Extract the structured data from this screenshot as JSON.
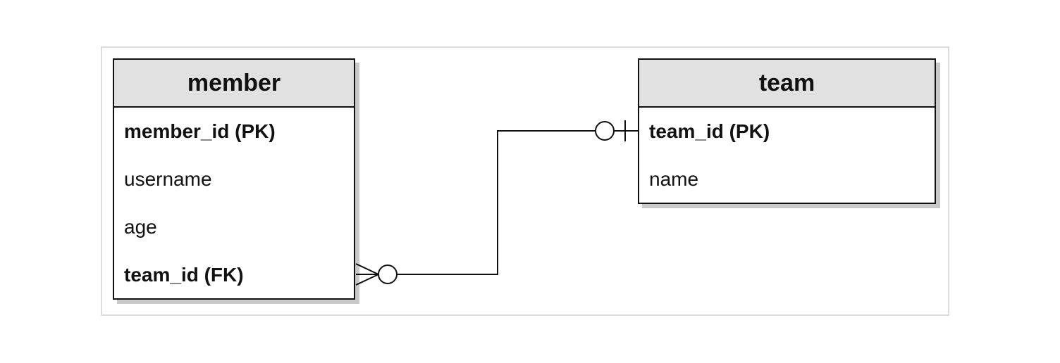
{
  "entities": {
    "member": {
      "name": "member",
      "attributes": [
        {
          "label": "member_id (PK)",
          "key": true
        },
        {
          "label": "username",
          "key": false
        },
        {
          "label": "age",
          "key": false
        },
        {
          "label": "team_id (FK)",
          "key": true
        }
      ]
    },
    "team": {
      "name": "team",
      "attributes": [
        {
          "label": "team_id (PK)",
          "key": true
        },
        {
          "label": "name",
          "key": false
        }
      ]
    }
  },
  "relationship": {
    "from": "member.team_id (FK)",
    "to": "team.team_id (PK)",
    "from_cardinality": "zero-or-many",
    "to_cardinality": "zero-or-one"
  }
}
